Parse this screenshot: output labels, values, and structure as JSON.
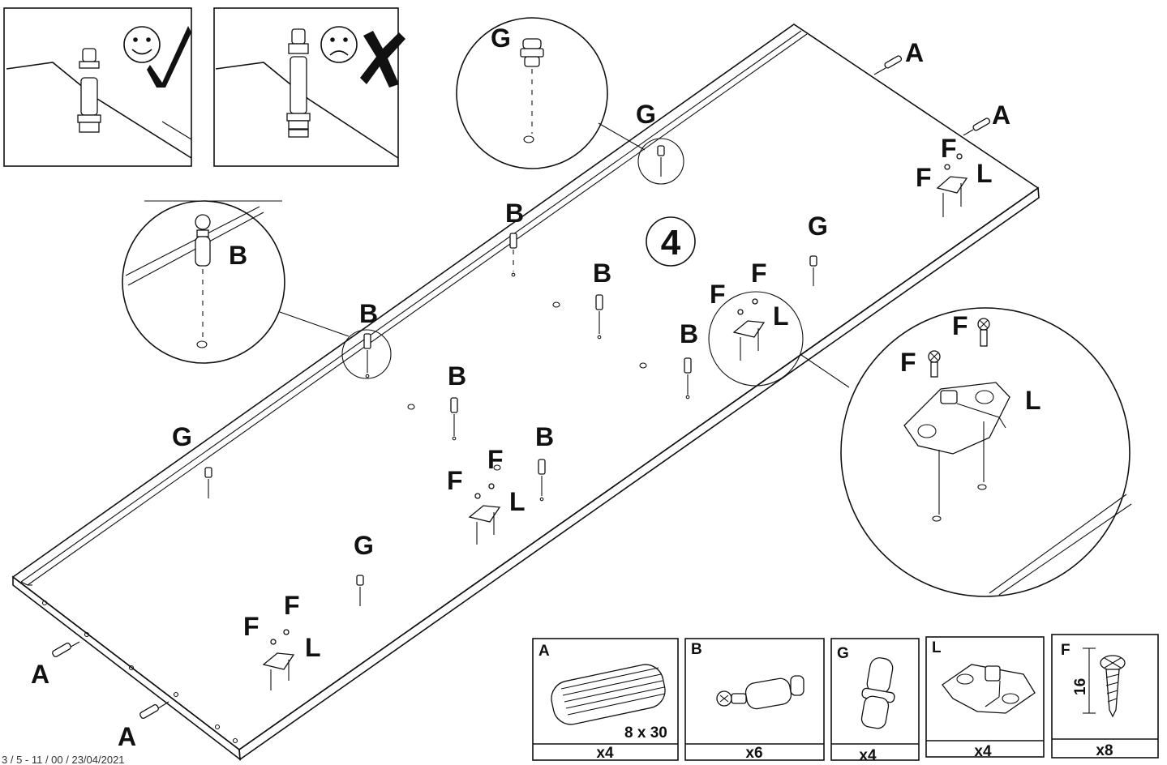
{
  "step_number": "4",
  "labels": {
    "A": "A",
    "B": "B",
    "G": "G",
    "F": "F",
    "L": "L"
  },
  "parts_legend": [
    {
      "letter": "A",
      "qty": "x4",
      "size": "8 x 30",
      "icon": "dowel-icon"
    },
    {
      "letter": "B",
      "qty": "x6",
      "size": "",
      "icon": "cam-bolt-icon"
    },
    {
      "letter": "G",
      "qty": "x4",
      "size": "",
      "icon": "shelf-pin-icon"
    },
    {
      "letter": "L",
      "qty": "x4",
      "size": "",
      "icon": "hinge-plate-icon"
    },
    {
      "letter": "F",
      "qty": "x8",
      "size": "16",
      "icon": "screw-icon"
    }
  ],
  "hint_panels": {
    "correct_icon": "smiley-face-icon",
    "correct_mark": "check-mark-icon",
    "wrong_icon": "sad-face-icon",
    "wrong_mark": "cross-mark-icon"
  },
  "footer": "3 / 5 - 11 / 00 / 23/04/2021"
}
